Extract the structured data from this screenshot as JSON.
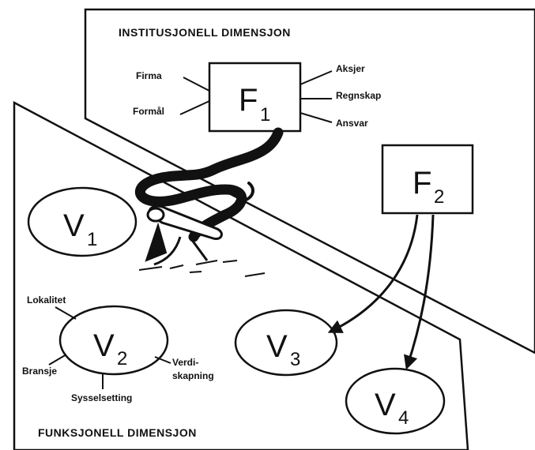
{
  "institutional": {
    "title": "INSTITUSJONELL DIMENSJON"
  },
  "functional": {
    "title": "FUNKSJONELL DIMENSJON"
  },
  "f1": {
    "letter": "F",
    "sub": "1",
    "left_labels": [
      "Firma",
      "Formål"
    ],
    "right_labels": [
      "Aksjer",
      "Regnskap",
      "Ansvar"
    ]
  },
  "f2": {
    "letter": "F",
    "sub": "2"
  },
  "v1": {
    "letter": "V",
    "sub": "1"
  },
  "v2": {
    "letter": "V",
    "sub": "2",
    "labels": {
      "top": "Lokalitet",
      "left": "Bransje",
      "bottom": "Sysselsetting",
      "right_line1": "Verdi-",
      "right_line2": "skapning"
    }
  },
  "v3": {
    "letter": "V",
    "sub": "3"
  },
  "v4": {
    "letter": "V",
    "sub": "4"
  }
}
